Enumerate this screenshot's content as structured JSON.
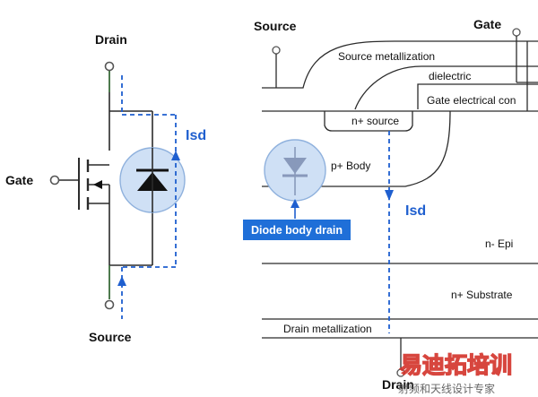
{
  "schematic": {
    "drain_label": "Drain",
    "gate_label": "Gate",
    "source_label": "Source",
    "current_label": "Isd"
  },
  "cross_section": {
    "source_label": "Source",
    "gate_label": "Gate",
    "drain_label": "Drain",
    "source_metallization": "Source metallization",
    "dielectric": "dielectric",
    "gate_electrical_contact": "Gate electrical con",
    "n_plus_source": "n+ source",
    "p_plus_body": "p+ Body",
    "current_label": "Isd",
    "body_diode_caption": "Diode body drain",
    "n_epi": "n- Epi",
    "n_plus_substrate": "n+ Substrate",
    "drain_metallization": "Drain metallization"
  },
  "watermark": {
    "brand": "易迪拓培训",
    "subtitle": "射频和天线设计专家"
  },
  "colors": {
    "line": "#2b2b2b",
    "terminal": "#3a6b3a",
    "blue": "#1f5fcf",
    "diode_fill": "#cfe0f5",
    "diode_stroke": "#8fb1dd",
    "caption_bg": "#1f6fd8",
    "watermark": "#d3322a"
  }
}
